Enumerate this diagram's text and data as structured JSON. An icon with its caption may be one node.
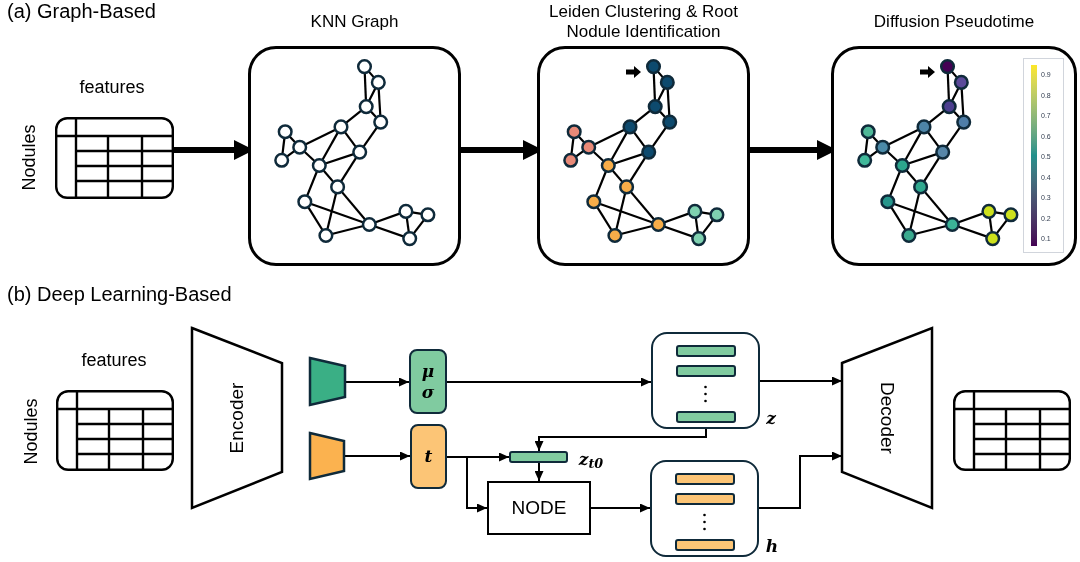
{
  "diagram": {
    "nodes": [
      {
        "text": [],
        "shape": "table",
        "beside": [
          "features",
          "Nodules"
        ]
      },
      {
        "text": [
          "KNN Graph"
        ]
      },
      {
        "text": [
          "Leiden Clustering & Root Nodule Identification"
        ]
      },
      {
        "text": [
          "Diffusion Pseudotime"
        ]
      },
      {
        "text": [],
        "shape": "table",
        "beside": [
          "features",
          "Nodules"
        ]
      },
      {
        "text": [
          "Encoder"
        ]
      },
      {
        "text": [],
        "shape": "trapezoid"
      },
      {
        "text": [],
        "shape": "trapezoid"
      },
      {
        "text": [
          "μ",
          "σ"
        ]
      },
      {
        "text": [
          "t"
        ]
      },
      {
        "text": [],
        "shape": "box",
        "beside": [
          "z"
        ]
      },
      {
        "text": [],
        "shape": "bar",
        "beside": [
          "z$_{t}$$_{0}$"
        ]
      },
      {
        "text": [
          "NODE"
        ]
      },
      {
        "text": [],
        "shape": "box",
        "beside": [
          "h"
        ]
      },
      {
        "text": [
          "Decoder"
        ]
      },
      {
        "text": [],
        "shape": "table"
      }
    ],
    "edges": [
      {
        "from": 0,
        "to": 1,
        "arrow": "to",
        "style": "thick"
      },
      {
        "from": 1,
        "to": 2,
        "arrow": "to",
        "style": "thick"
      },
      {
        "from": 2,
        "to": 3,
        "arrow": "to",
        "style": "thick"
      },
      {
        "from": 6,
        "to": 8,
        "arrow": "to"
      },
      {
        "from": 7,
        "to": 9,
        "arrow": "to"
      },
      {
        "from": 8,
        "to": 10,
        "arrow": "to"
      },
      {
        "from": 10,
        "to": 11,
        "arrow": "to"
      },
      {
        "from": 9,
        "to": 11,
        "arrow": "to"
      },
      {
        "from": 9,
        "to": 12,
        "arrow": "to"
      },
      {
        "from": 11,
        "to": 12,
        "arrow": "to"
      },
      {
        "from": 12,
        "to": 13,
        "arrow": "to"
      },
      {
        "from": 10,
        "to": 14,
        "arrow": "to"
      },
      {
        "from": 13,
        "to": 14,
        "arrow": "to"
      }
    ],
    "labels": [
      "(a) Graph-Based",
      "(b) Deep Learning-Based",
      "0.9",
      "0.8",
      "0.7",
      "0.6",
      "0.5",
      "0.4",
      "0.3",
      "0.2",
      "0.1"
    ]
  }
}
